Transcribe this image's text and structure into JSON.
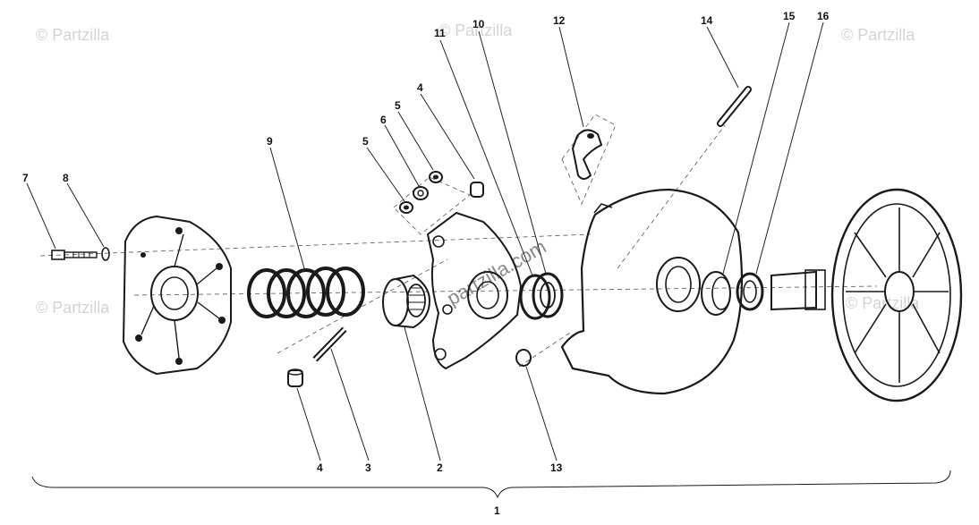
{
  "diagram": {
    "callouts": [
      "1",
      "2",
      "3",
      "4",
      "5",
      "6",
      "7",
      "8",
      "9",
      "10",
      "11",
      "12",
      "13",
      "14",
      "15",
      "16"
    ],
    "labels": {
      "c1": "1",
      "c2": "2",
      "c3": "3",
      "c4a": "4",
      "c4b": "4",
      "c5a": "5",
      "c5b": "5",
      "c6": "6",
      "c7": "7",
      "c8": "8",
      "c9": "9",
      "c10": "10",
      "c11": "11",
      "c12": "12",
      "c13": "13",
      "c14": "14",
      "c15": "15",
      "c16": "16"
    }
  },
  "watermarks": {
    "mark": "© Partzilla",
    "site": "partzilla.com"
  },
  "colors": {
    "ink": "#1a1a1a",
    "paper": "#ffffff",
    "watermark": "#d4d4d4"
  }
}
